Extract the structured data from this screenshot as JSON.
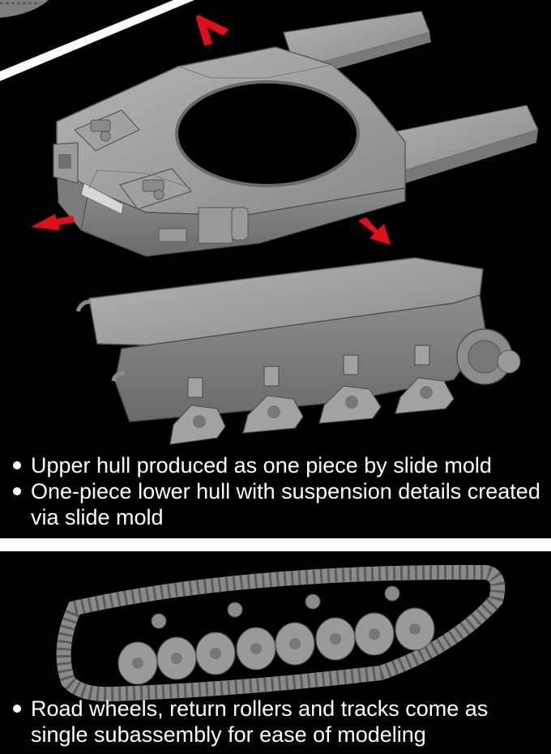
{
  "captions": {
    "top": [
      "Upper hull produced as one piece by slide mold",
      "One-piece lower hull with suspension details created via slide mold"
    ],
    "bottom": [
      "Road wheels, return rollers and tracks come as single subassembly for ease of modeling"
    ]
  },
  "colors": {
    "background": "#000000",
    "model_grey": "#8f8f8f",
    "arrow_red": "#e0101a",
    "text": "#ffffff"
  },
  "icons": [
    "arrow-up-left-icon",
    "arrow-left-icon",
    "arrow-down-right-icon"
  ]
}
